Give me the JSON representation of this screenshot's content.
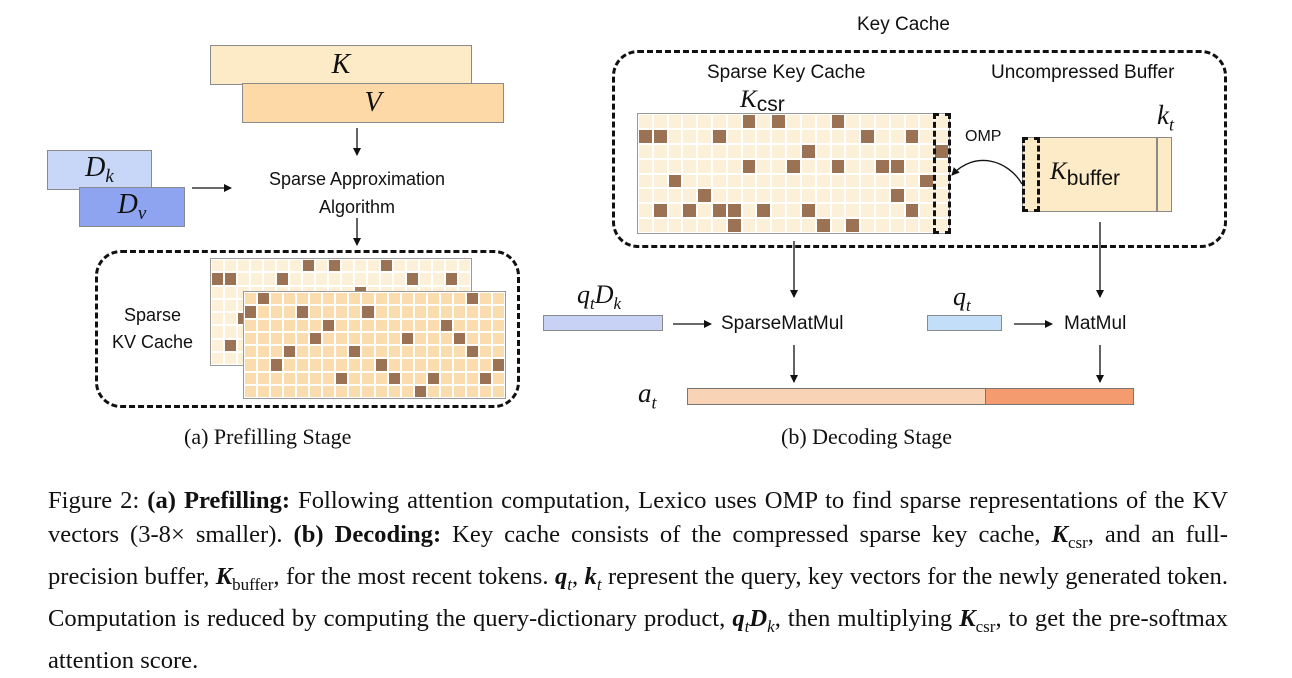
{
  "figure": {
    "number_label": "Figure 2:",
    "prefilling": {
      "subcaption": "(a) Prefilling Stage",
      "matrix_k": "K",
      "matrix_v": "V",
      "dict_k": {
        "base": "D",
        "sub": "k"
      },
      "dict_v": {
        "base": "D",
        "sub": "v"
      },
      "algorithm_label_line1": "Sparse Approximation",
      "algorithm_label_line2": "Algorithm",
      "cache_label_line1": "Sparse",
      "cache_label_line2": "KV Cache",
      "back_grid": {
        "rows": 8,
        "cols": 20,
        "filled": [
          [
            0,
            7
          ],
          [
            0,
            9
          ],
          [
            0,
            13
          ],
          [
            1,
            0
          ],
          [
            1,
            1
          ],
          [
            1,
            5
          ],
          [
            1,
            15
          ],
          [
            1,
            18
          ],
          [
            2,
            11
          ],
          [
            4,
            2
          ],
          [
            6,
            1
          ]
        ]
      },
      "front_grid": {
        "rows": 8,
        "cols": 20,
        "filled": [
          [
            0,
            1
          ],
          [
            0,
            17
          ],
          [
            1,
            0
          ],
          [
            1,
            4
          ],
          [
            1,
            9
          ],
          [
            2,
            6
          ],
          [
            2,
            15
          ],
          [
            3,
            5
          ],
          [
            3,
            12
          ],
          [
            3,
            16
          ],
          [
            4,
            3
          ],
          [
            4,
            8
          ],
          [
            4,
            17
          ],
          [
            5,
            2
          ],
          [
            5,
            10
          ],
          [
            5,
            19
          ],
          [
            6,
            7
          ],
          [
            6,
            11
          ],
          [
            6,
            14
          ],
          [
            6,
            18
          ],
          [
            7,
            13
          ]
        ]
      }
    },
    "decoding": {
      "subcaption": "(b) Decoding Stage",
      "key_cache_title": "Key Cache",
      "sparse_key_cache_label": "Sparse Key Cache",
      "uncompressed_buffer_label": "Uncompressed Buffer",
      "k_csr": {
        "base": "K",
        "sub": "csr"
      },
      "k_buffer": {
        "base": "K",
        "sub": "buffer"
      },
      "k_t": {
        "base": "k",
        "sub": "t"
      },
      "omp_label": "OMP",
      "csr_grid": {
        "rows": 8,
        "cols": 21,
        "filled": [
          [
            0,
            7
          ],
          [
            0,
            9
          ],
          [
            0,
            13
          ],
          [
            1,
            0
          ],
          [
            1,
            1
          ],
          [
            1,
            5
          ],
          [
            1,
            15
          ],
          [
            1,
            18
          ],
          [
            2,
            11
          ],
          [
            2,
            20
          ],
          [
            3,
            7
          ],
          [
            3,
            10
          ],
          [
            3,
            13
          ],
          [
            3,
            16
          ],
          [
            3,
            17
          ],
          [
            4,
            2
          ],
          [
            4,
            19
          ],
          [
            5,
            4
          ],
          [
            5,
            17
          ],
          [
            6,
            1
          ],
          [
            6,
            3
          ],
          [
            6,
            5
          ],
          [
            6,
            6
          ],
          [
            6,
            8
          ],
          [
            6,
            11
          ],
          [
            6,
            18
          ],
          [
            7,
            6
          ],
          [
            7,
            12
          ],
          [
            7,
            14
          ]
        ]
      },
      "qtdk_label": {
        "q": "q",
        "q_sub": "t",
        "d": "D",
        "d_sub": "k"
      },
      "qt_label": {
        "q": "q",
        "q_sub": "t"
      },
      "sparse_matmul_label": "SparseMatMul",
      "matmul_label": "MatMul",
      "at_label": {
        "base": "a",
        "sub": "t"
      },
      "attention_split": {
        "sparse_fraction": 0.67,
        "buffer_fraction": 0.33
      }
    },
    "colors": {
      "k_fill": "#fdebc8",
      "v_fill": "#fdd9a8",
      "dk_fill": "#c8d6f8",
      "dv_fill": "#8ea4f0",
      "grid_back": "#fdf0d8",
      "grid_front": "#fbdcae",
      "cell_on": "#9b7354",
      "qtdk_fill": "#c8d2f5",
      "qt_fill": "#c2def8",
      "at_left": "#f8d3b6",
      "at_right": "#f59b70"
    },
    "caption": {
      "a_label": "(a)",
      "a_title": "Prefilling:",
      "a_text": "Following attention computation, Lexico uses OMP to find sparse representations of the KV vectors (3-8× smaller).",
      "b_label": "(b)",
      "b_title": "Decoding:",
      "b_text1": "Key cache consists of the compressed sparse key cache,",
      "k_csr_base": "K",
      "k_csr_sub": "csr",
      "b_text2": ", and an full-precision buffer,",
      "k_buf_base": "K",
      "k_buf_sub": "buffer",
      "b_text3": ", for the most recent tokens.",
      "qt_base": "q",
      "qt_sub": "t",
      "comma": ",",
      "kt_base": "k",
      "kt_sub": "t",
      "b_text4": "represent the query, key vectors for the newly generated token. Computation is reduced by computing the query-dictionary product,",
      "qd_q": "q",
      "qd_qsub": "t",
      "qd_d": "D",
      "qd_dsub": "k",
      "b_text5": ", then multiplying",
      "k2_base": "K",
      "k2_sub": "csr",
      "b_text6": ", to get the pre-softmax attention score."
    }
  }
}
